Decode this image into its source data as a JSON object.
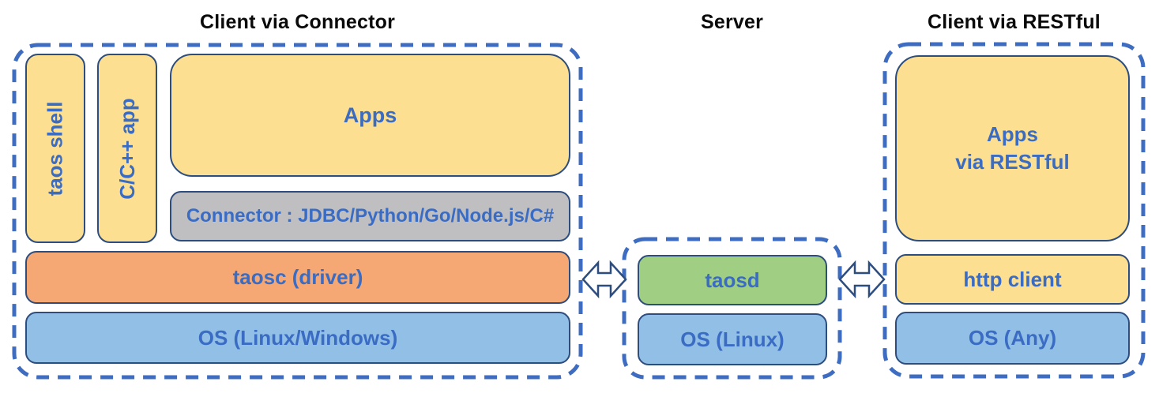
{
  "colors": {
    "dash_blue": "#3d6cc1",
    "box_border": "#2d4d7e",
    "label_blue": "#3a6cc4",
    "yellow": "#fcdf90",
    "gray": "#bfbfc1",
    "orange": "#f5a873",
    "light_blue": "#92bfe6",
    "green": "#a0ce82",
    "title_black": "#0a0a0a"
  },
  "sections": {
    "client_connector": {
      "title": "Client via Connector",
      "taos_shell": "taos shell",
      "cpp_app": "C/C++ app",
      "apps": "Apps",
      "connector": "Connector : JDBC/Python/Go/Node.js/C#",
      "taosc": "taosc (driver)",
      "os": "OS (Linux/Windows)"
    },
    "server": {
      "title": "Server",
      "taosd": "taosd",
      "os": "OS (Linux)"
    },
    "client_restful": {
      "title": "Client via RESTful",
      "apps_line1": "Apps",
      "apps_line2": "via RESTful",
      "http_client": "http client",
      "os": "OS (Any)"
    },
    "connections": {
      "left_icon": "double-headed-arrow-icon",
      "right_icon": "double-headed-arrow-icon"
    }
  }
}
